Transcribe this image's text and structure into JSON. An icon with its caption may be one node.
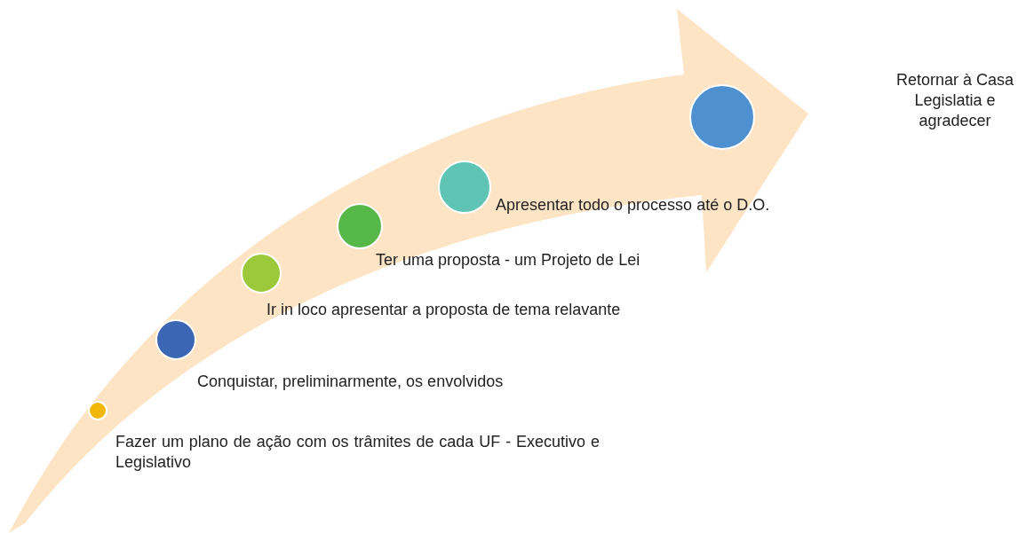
{
  "diagram": {
    "nodes": [
      {
        "text": [],
        "shape": "circle",
        "beside": [
          "Fazer um plano de ação com os trâmites de cada UF - Executivo e Legislativo"
        ]
      },
      {
        "text": [],
        "shape": "circle",
        "beside": [
          "Conquistar, preliminarmente, os envolvidos"
        ]
      },
      {
        "text": [],
        "shape": "circle",
        "beside": [
          "Ir in loco apresentar a proposta de tema relavante"
        ]
      },
      {
        "text": [],
        "shape": "circle",
        "beside": [
          "Ter uma proposta - um Projeto de Lei"
        ]
      },
      {
        "text": [],
        "shape": "circle",
        "beside": [
          "Apresentar todo o processo até o D.O."
        ]
      },
      {
        "text": [],
        "shape": "circle"
      }
    ],
    "labels": [
      "Retornar à Casa Legislatia e agradecer"
    ]
  }
}
